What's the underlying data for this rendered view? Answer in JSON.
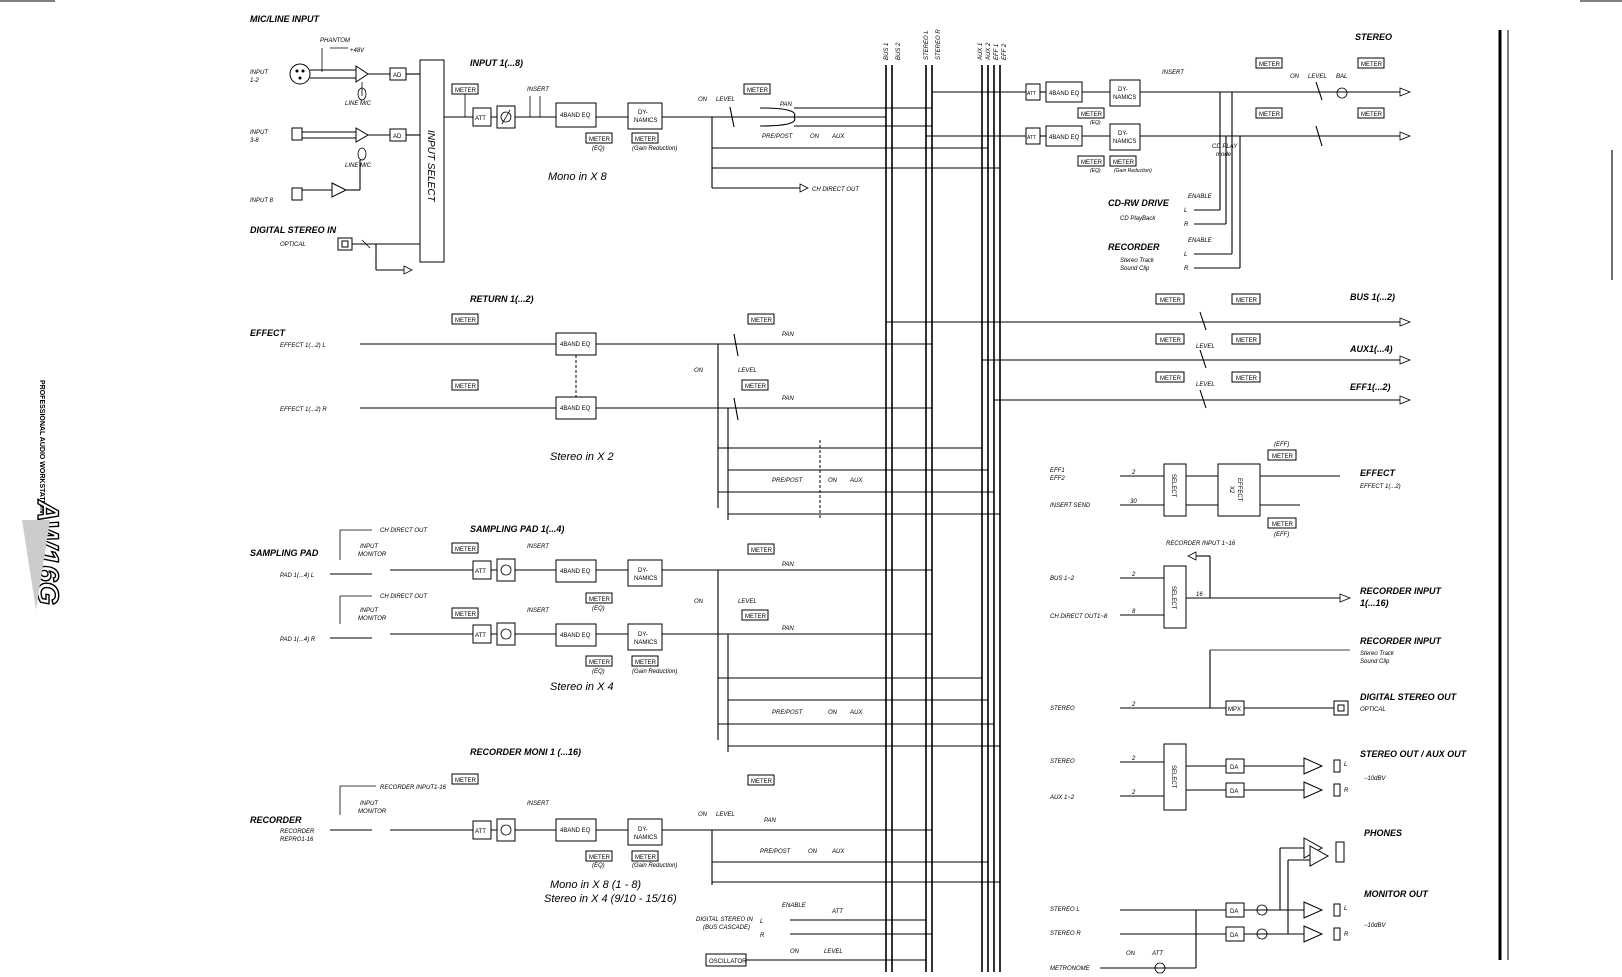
{
  "left_sections": {
    "mic_line_input": "MIC/LINE INPUT",
    "phantom": "PHANTOM",
    "plus48v": "+48V",
    "input_1_2": "INPUT\n1-2",
    "input_3_8": "INPUT\n3-8",
    "input_8": "INPUT 8",
    "line_mic": "LINE  MIC",
    "ad": "AD",
    "digital_stereo_in": "DIGITAL STEREO IN",
    "optical": "OPTICAL",
    "input_select": "INPUT SELECT",
    "effect": "EFFECT",
    "effect_l": "EFFECT 1(...2) L",
    "effect_r": "EFFECT 1(...2) R",
    "sampling_pad": "SAMPLING PAD",
    "pad_l": "PAD 1(...4) L",
    "pad_r": "PAD 1(...4) R",
    "ch_direct_out": "CH DIRECT OUT",
    "input_monitor": "INPUT\nMONITOR",
    "recorder": "RECORDER",
    "recorder_repro": "RECORDER\nREPRO1-16",
    "recorder_input_1_16": "RECORDER INPUT1-16"
  },
  "channel_blocks": {
    "input_title": "INPUT 1(...8)",
    "return_title": "RETURN 1(...2)",
    "sampling_title": "SAMPLING PAD 1(...4)",
    "recorder_moni_title": "RECORDER MONI 1 (...16)",
    "mono_x8": "Mono in X 8",
    "stereo_x2": "Stereo in X 2",
    "stereo_x4": "Stereo in X 4",
    "mono_x8_b": "Mono in X 8 (1 - 8)",
    "stereo_x4_b": "Stereo in X 4 (9/10 - 15/16)",
    "meter": "METER",
    "att": "ATT",
    "insert": "INSERT",
    "eq4": "4BAND EQ",
    "dynamics": "DY-\nNAMICS",
    "eq_note": "(EQ)",
    "gain_red": "(Gain Reduction)",
    "on": "ON",
    "level": "LEVEL",
    "pan": "PAN",
    "pre_post": "PRE/POST",
    "aux": "AUX",
    "ch_direct_out_arrow": "CH DIRECT OUT",
    "digital_stereo_in_bus": "DIGITAL STEREO IN\n(BUS CASCADE)",
    "enable": "ENABLE",
    "oscillator": "OSCILLATOR",
    "l": "L",
    "r": "R"
  },
  "bus_labels": [
    "BUS 1",
    "BUS 2",
    "STEREO L",
    "STEREO R",
    "AUX 1",
    "AUX 2",
    "EFF 1",
    "EFF 2"
  ],
  "right_sections": {
    "stereo": "STEREO",
    "insert": "INSERT",
    "cd_play_mode": "CD PLAY\nmode",
    "bal": "BAL",
    "cdrw_drive": "CD-RW  DRIVE",
    "cd_playback": "CD PlayBack",
    "recorder": "RECORDER",
    "stereo_track": "Stereo Track\nSound Clip",
    "bus_out": "BUS 1(...2)",
    "aux_out": "AUX1(...4)",
    "eff_out": "EFF1(...2)",
    "effect_out": "EFFECT",
    "effect_1_2": "EFFECT 1(...2)",
    "eff_tag": "(EFF)",
    "eff1_eff2": "EFF1\nEFF2",
    "insert_send": "INSERT SEND",
    "select": "SELECT",
    "effect_x2": "EFFECT\nX2",
    "recorder_input_1_16_fb": "RECORDER INPUT 1~16",
    "bus_1_2": "BUS 1~2",
    "ch_direct_out_1_8": "CH DIRECT OUT1~8",
    "recorder_input": "RECORDER INPUT\n1(...16)",
    "recorder_input_2": "RECORDER INPUT",
    "stereo_track_2": "Stereo Track\nSound Clip",
    "stereo_in": "STEREO",
    "mpx": "MPX",
    "digital_stereo_out": "DIGITAL STEREO OUT",
    "optical": "OPTICAL",
    "stereo_aux": "STEREO OUT / AUX OUT",
    "stereo_src": "STEREO",
    "aux_1_2": "AUX 1~2",
    "da": "DA",
    "minus10": "−10dBV",
    "phones": "PHONES",
    "monitor_out": "MONITOR OUT",
    "stereo_l": "STEREO L",
    "stereo_r": "STEREO R",
    "metronome": "METRONOME",
    "on": "ON",
    "att": "ATT",
    "level": "LEVEL",
    "enable": "ENABLE",
    "l": "L",
    "r": "R",
    "num2": "2",
    "num30": "30",
    "num16": "16",
    "num8": "8"
  },
  "side_brand": {
    "tagline": "PROFESSIONAL AUDIO WORKSTATION",
    "model": "AW16G"
  }
}
